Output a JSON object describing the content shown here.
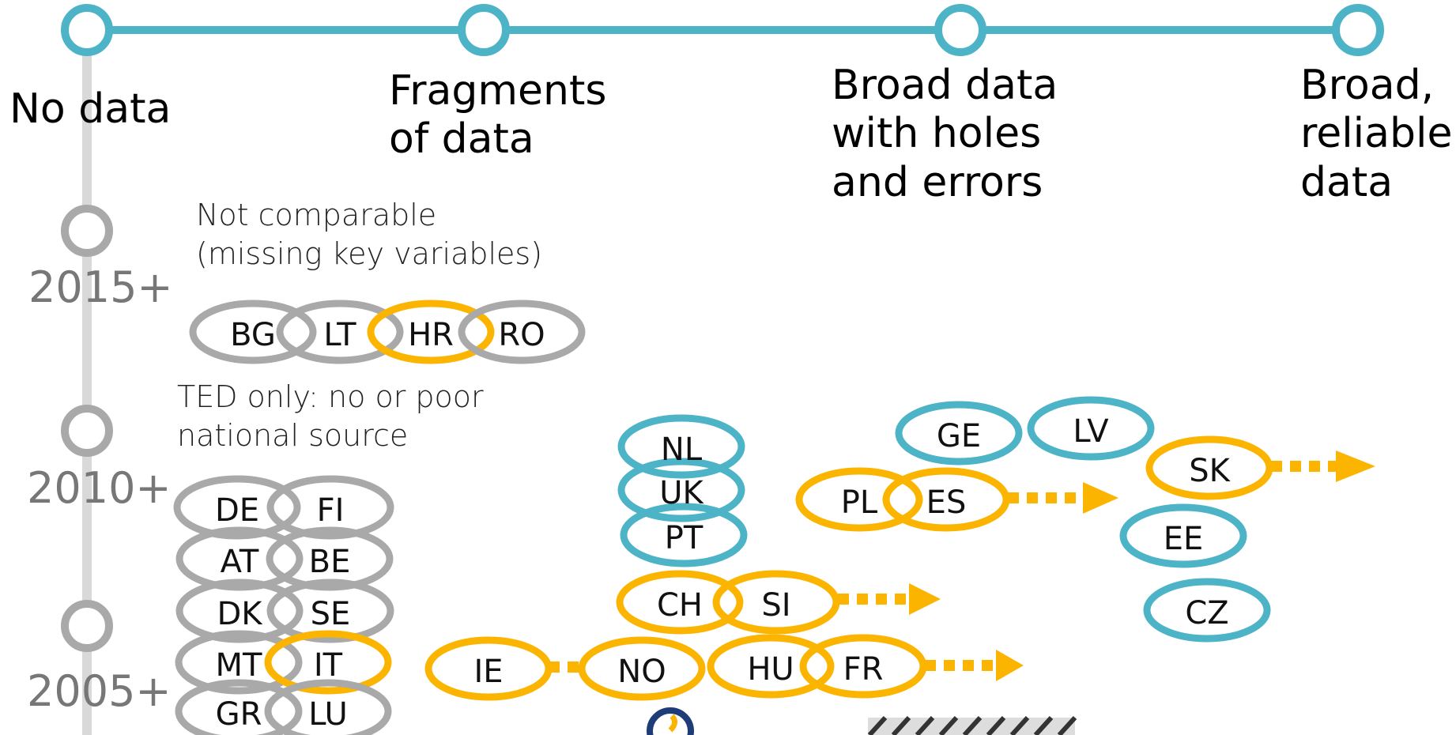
{
  "scale": [
    {
      "label": "No data",
      "color": "#4db3c6"
    },
    {
      "label": "Fragments\nof data",
      "color": "#4db3c6"
    },
    {
      "label": "Broad data\nwith holes\nand errors",
      "color": "#4db3c6"
    },
    {
      "label": "Broad,\nreliable\ndata",
      "color": "#4db3c6"
    }
  ],
  "years": [
    "2015+",
    "2010+",
    "2005+"
  ],
  "notes": {
    "not_comparable": "Not comparable\n(missing key variables)",
    "ted_only": "TED only: no or poor\nnational source"
  },
  "colors": {
    "gray": "#a9a9a9",
    "teal": "#4db3c6",
    "gold": "#fbb400",
    "timeline": "#d9d9d9"
  },
  "countries": [
    {
      "code": "BG",
      "color": "gray"
    },
    {
      "code": "LT",
      "color": "gray"
    },
    {
      "code": "HR",
      "color": "gold"
    },
    {
      "code": "RO",
      "color": "gray"
    },
    {
      "code": "DE",
      "color": "gray"
    },
    {
      "code": "FI",
      "color": "gray"
    },
    {
      "code": "AT",
      "color": "gray"
    },
    {
      "code": "BE",
      "color": "gray"
    },
    {
      "code": "DK",
      "color": "gray"
    },
    {
      "code": "SE",
      "color": "gray"
    },
    {
      "code": "MT",
      "color": "gray"
    },
    {
      "code": "IT",
      "color": "gold"
    },
    {
      "code": "GR",
      "color": "gray"
    },
    {
      "code": "LU",
      "color": "gray"
    },
    {
      "code": "NL",
      "color": "teal"
    },
    {
      "code": "UK",
      "color": "teal"
    },
    {
      "code": "PT",
      "color": "teal"
    },
    {
      "code": "CH",
      "color": "gold"
    },
    {
      "code": "SI",
      "color": "gold"
    },
    {
      "code": "IE",
      "color": "gold"
    },
    {
      "code": "NO",
      "color": "gold"
    },
    {
      "code": "HU",
      "color": "gold"
    },
    {
      "code": "FR",
      "color": "gold"
    },
    {
      "code": "PL",
      "color": "gold"
    },
    {
      "code": "ES",
      "color": "gold"
    },
    {
      "code": "GE",
      "color": "teal"
    },
    {
      "code": "LV",
      "color": "teal"
    },
    {
      "code": "SK",
      "color": "gold"
    },
    {
      "code": "EE",
      "color": "teal"
    },
    {
      "code": "CZ",
      "color": "teal"
    }
  ],
  "arrows": [
    {
      "from": "IE",
      "to": "NO",
      "head": false
    },
    {
      "from": "SI",
      "head": true
    },
    {
      "from": "FR",
      "head": true
    },
    {
      "from": "ES",
      "head": true
    },
    {
      "from": "SK",
      "head": true
    }
  ]
}
